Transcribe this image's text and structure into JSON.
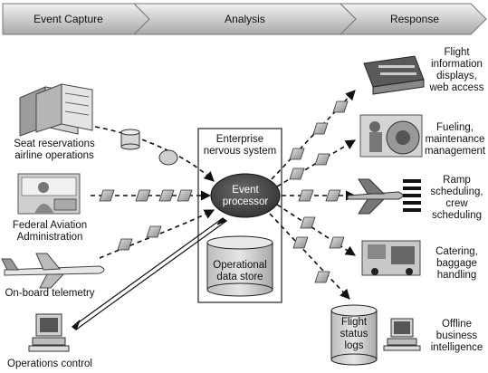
{
  "phases": [
    "Event Capture",
    "Analysis",
    "Response"
  ],
  "inputs": {
    "seat": "Seat reservations\nairline operations",
    "faa": "Federal Aviation\nAdministration",
    "telemetry": "On-board telemetry",
    "ops": "Operations control"
  },
  "center": {
    "box_title": "Enterprise\nnervous system",
    "processor": "Event\nprocessor",
    "store": "Operational\ndata store"
  },
  "outputs": {
    "flight_info": "Flight\ninformation\ndisplays,\nweb access",
    "fueling": "Fueling,\nmaintenance\nmanagement",
    "ramp": "Ramp\nscheduling,\ncrew\nscheduling",
    "catering": "Catering,\nbaggage\nhandling",
    "status_logs": "Flight\nstatus\nlogs",
    "offline": "Offline\nbusiness\nintelligence"
  }
}
